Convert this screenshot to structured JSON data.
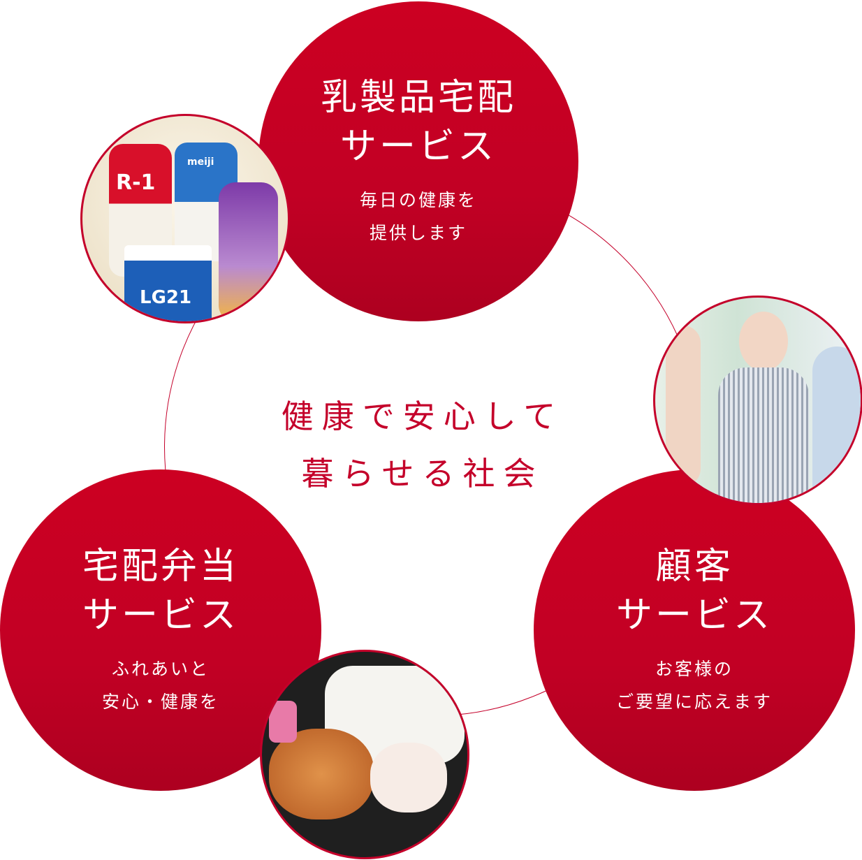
{
  "center_message": {
    "line1": "健康で安心して",
    "line2": "暮らせる社会"
  },
  "services": [
    {
      "title1": "乳製品宅配",
      "title2": "サービス",
      "desc1": "毎日の健康を",
      "desc2": "提供します"
    },
    {
      "title1": "宅配弁当",
      "title2": "サービス",
      "desc1": "ふれあいと",
      "desc2": "安心・健康を"
    },
    {
      "title1": "顧客",
      "title2": "サービス",
      "desc1": "お客様の",
      "desc2": "ご要望に応えます"
    }
  ],
  "product_labels": {
    "r1": "R-1",
    "lg21": "LG21",
    "meiji": "meiji"
  },
  "colors": {
    "brand_red": "#c4002a"
  }
}
